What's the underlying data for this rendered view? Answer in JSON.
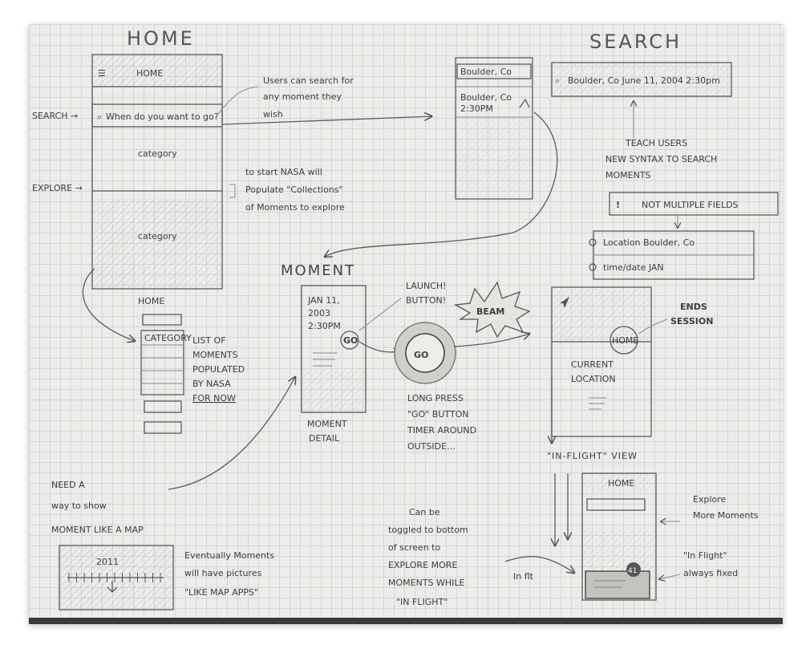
{
  "titles": {
    "home": "HOME",
    "search": "SEARCH",
    "moment": "MOMENT"
  },
  "home": {
    "screen_label": "HOME",
    "search_placeholder": "When do you want to go?",
    "category_1": "category",
    "category_2": "category",
    "side_search": "SEARCH →",
    "side_explore": "EXPLORE →",
    "note_search": [
      "Users can search for",
      "any moment they",
      "wish"
    ],
    "note_collections": [
      "to start NASA will",
      "Populate \"Collections\"",
      "of Moments to explore"
    ],
    "list_title": "HOME",
    "list_category": "CATEGORY",
    "list_note": [
      "LIST OF",
      "MOMENTS",
      "POPULATED",
      "BY NASA",
      "FOR NOW"
    ]
  },
  "search": {
    "mini_query": "Boulder, Co",
    "mini_result": [
      "Boulder, Co",
      "2:30PM"
    ],
    "query": "Boulder, Co  June 11, 2004  2:30pm",
    "note": [
      "TEACH USERS",
      "NEW SYNTAX TO SEARCH",
      "MOMENTS"
    ],
    "warning": "NOT MULTIPLE FIELDS",
    "field_location": "Location  Boulder, Co",
    "field_time": "time/date  JAN"
  },
  "moment": {
    "date": [
      "JAN 11,",
      "2003",
      "2:30PM"
    ],
    "go": "GO",
    "detail_label": [
      "MOMENT",
      "DETAIL"
    ],
    "launch_note": [
      "LAUNCH!",
      "BUTTON!"
    ],
    "go_big": "GO",
    "long_press": [
      "LONG PRESS",
      "\"GO\" BUTTON",
      "TIMER AROUND",
      "OUTSIDE..."
    ],
    "beam": "BEAM",
    "home_btn": "HOME",
    "ends_session": [
      "ENDS",
      "SESSION"
    ],
    "current_location": [
      "CURRENT",
      "LOCATION"
    ]
  },
  "inflight": {
    "title": "\"IN-FLIGHT\" VIEW",
    "home": "HOME",
    "explore_note": [
      "Explore",
      "More Moments"
    ],
    "fixed_note": [
      "\"In Flight\"",
      "always fixed"
    ],
    "toggle_note": [
      "Can be",
      "toggled to bottom",
      "of screen to",
      "EXPLORE MORE",
      "MOMENTS WHILE",
      "\"IN FLIGHT\""
    ],
    "scribble": "In flt",
    "badge": "41"
  },
  "map": {
    "note": [
      "NEED A",
      "way to show",
      "MOMENT LIKE A MAP"
    ],
    "year": "2011",
    "pictures_note": [
      "Eventually Moments",
      "will have pictures",
      "\"LIKE MAP APPS\""
    ]
  }
}
